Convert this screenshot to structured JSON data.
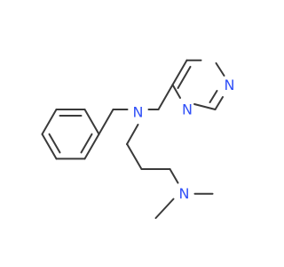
{
  "molecule": {
    "atoms": [
      {
        "id": "n_amine",
        "label": "N",
        "color": "#3050f8"
      },
      {
        "id": "n_ring1",
        "label": "N",
        "color": "#3050f8"
      },
      {
        "id": "n_ring2",
        "label": "N",
        "color": "#3050f8"
      },
      {
        "id": "n_dimethyl",
        "label": "N",
        "color": "#3050f8"
      }
    ],
    "bond_color": "#3a3a3a",
    "heteroatom_color": "#3050f8"
  }
}
